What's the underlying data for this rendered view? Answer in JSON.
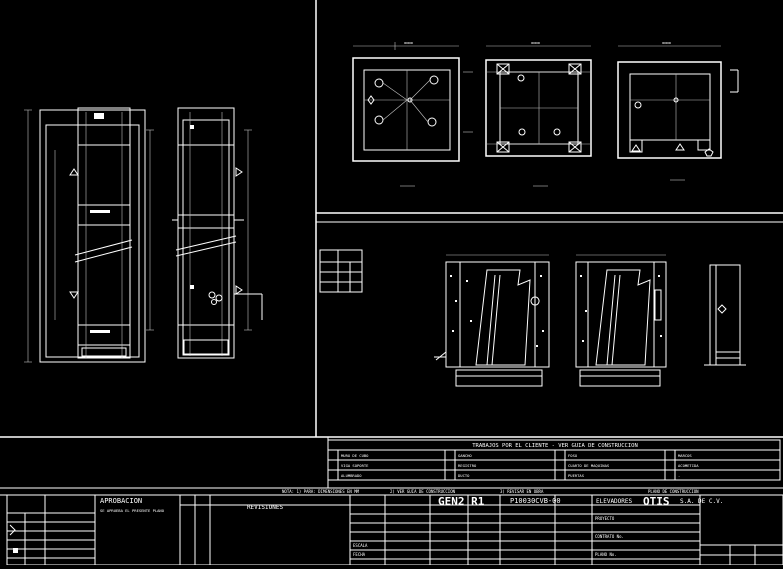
{
  "title_block": {
    "client_works_title": "TRABAJOS POR EL CLIENTE - VER GUIA DE CONSTRUCCION",
    "client_works_items": [
      "MURO DE CUBO",
      "VIGA SOPORTE",
      "ALUMBRADO",
      "GANCHO",
      "REGISTRO",
      "DUCTO",
      "FOSO",
      "CUARTO DE MAQUINAS",
      "PUERTAS",
      "MARCOS",
      "ACOMETIDA",
      "-"
    ],
    "notes_row": [
      "NOTA: 1) PARA: DIMENSIONES EN MM",
      "2) VER GUIA DE CONSTRUCCION",
      "3) REVISAR EN OBRA",
      "PLANO DE CONSTRUCCION"
    ],
    "approval_title": "APROBACION",
    "approval_subtitle": "SE APRUEBA EL PRESENTE PLANO",
    "revisions_label": "REVISIONES",
    "brand": "OTIS",
    "company_suffix": "S.A. DE C.V.",
    "elevators_label": "ELEVADORES",
    "project_label": "PROYECTO",
    "model_code": "GEN2 R1",
    "drawing_code": "P10030CVB-00",
    "contract_label": "CONTRATO No.",
    "drawing_no_label": "PLANO No.",
    "date_label": "FECHA",
    "scale_label": "ESCALA"
  },
  "icons": {
    "hole_marker": "cross-circle-icon",
    "door_marker": "pentagon-icon",
    "slope_marker": "triangle-icon"
  },
  "colors": {
    "background": "#000000",
    "line": "#ffffff",
    "accent": "#ffff00"
  }
}
